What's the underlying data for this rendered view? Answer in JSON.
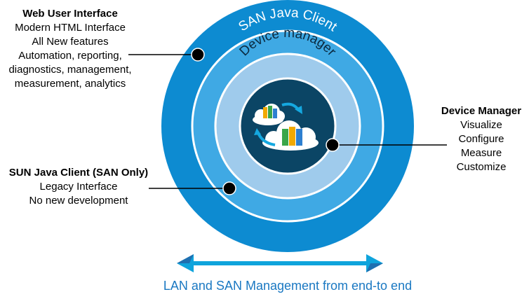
{
  "diagram": {
    "rings": {
      "outer_label": "Web User Interface",
      "middle_label": "SAN Java Client",
      "inner_label": "Device manager"
    },
    "colors": {
      "outer_ring": "#0d8bd1",
      "middle_ring": "#3fa9e4",
      "inner_ring": "#9fcbec",
      "core": "#0b4565",
      "connector": "#000000",
      "arrow": "#0fa4dc",
      "caption": "#1a78c2"
    },
    "callouts": {
      "web": {
        "title": "Web User Interface",
        "lines": [
          "Modern HTML Interface",
          "All New features",
          "Automation, reporting,",
          "diagnostics, management,",
          "measurement, analytics"
        ]
      },
      "java": {
        "title": "SUN Java Client (SAN Only)",
        "lines": [
          "Legacy Interface",
          "No new development"
        ]
      },
      "device": {
        "title": "Device Manager",
        "lines": [
          "Visualize",
          "Configure",
          "Measure",
          "Customize"
        ]
      }
    },
    "caption": "LAN and SAN Management from end-to end"
  }
}
